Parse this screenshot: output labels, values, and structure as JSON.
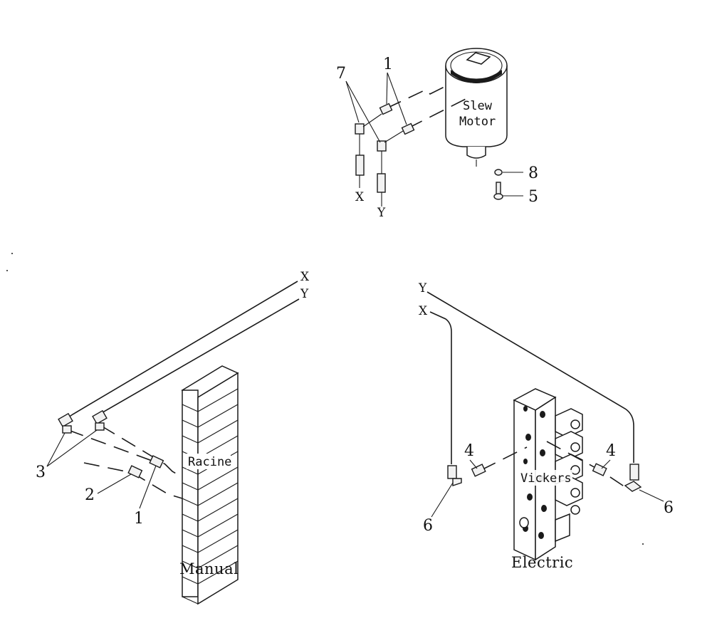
{
  "labels": {
    "slew_motor_line1": "Slew",
    "slew_motor_line2": "Motor",
    "racine": "Racine",
    "vickers": "Vickers",
    "manual": "Manual",
    "electric": "Electric",
    "x": "X",
    "y": "Y"
  },
  "callouts": {
    "c1": "1",
    "c2": "2",
    "c3": "3",
    "c4": "4",
    "c5": "5",
    "c6": "6",
    "c7": "7",
    "c8": "8"
  }
}
